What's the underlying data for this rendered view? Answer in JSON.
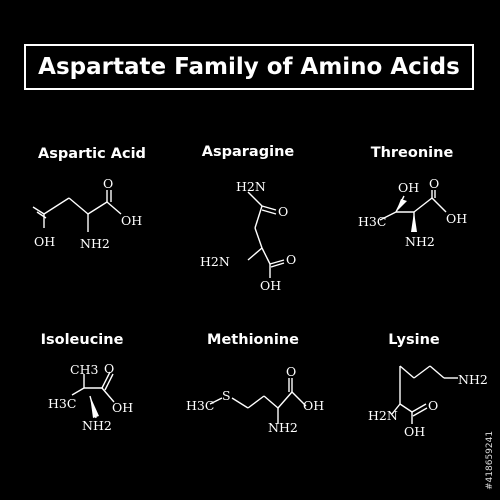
{
  "title": "Aspartate Family of Amino Acids",
  "colors": {
    "background": "#000000",
    "foreground": "#ffffff"
  },
  "molecules": [
    {
      "name": "Aspartic Acid",
      "labels": {
        "o_top": "O",
        "oh_right": "OH",
        "oh_left": "OH",
        "nh2": "NH2"
      }
    },
    {
      "name": "Asparagine",
      "labels": {
        "h2n_top": "H2N",
        "o_right": "O",
        "h2n_left": "H2N",
        "o_mid": "O",
        "oh_bottom": "OH"
      }
    },
    {
      "name": "Threonine",
      "labels": {
        "oh_top": "OH",
        "o_top": "O",
        "h3c": "H3C",
        "oh_right": "OH",
        "nh2": "NH2"
      }
    },
    {
      "name": "Isoleucine",
      "labels": {
        "ch3": "CH3",
        "o_top": "O",
        "h3c": "H3C",
        "oh_right": "OH",
        "nh2": "NH2"
      }
    },
    {
      "name": "Methionine",
      "labels": {
        "o_top": "O",
        "h3c": "H3C",
        "s": "S",
        "oh_right": "OH",
        "nh2": "NH2"
      }
    },
    {
      "name": "Lysine",
      "labels": {
        "nh2_top": "NH2",
        "h2n": "H2N",
        "o_mid": "O",
        "oh_bottom": "OH"
      }
    }
  ],
  "watermark": "#418659241"
}
